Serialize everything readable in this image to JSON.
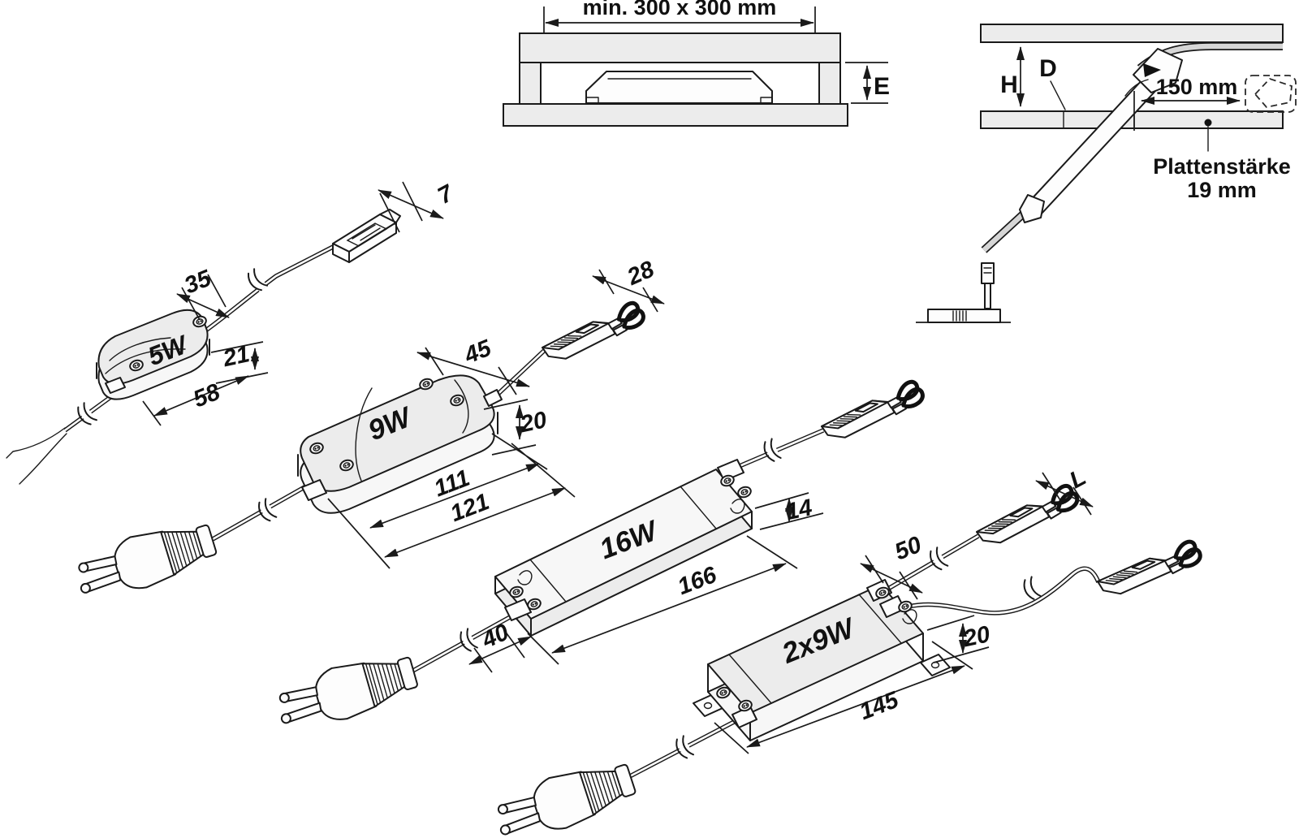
{
  "cross_section": {
    "min_recess": "min. 300 x 300 mm",
    "depth_label": "E"
  },
  "insertion_view": {
    "height_label": "H",
    "cutout_label": "D",
    "distance": "150 mm",
    "board_thickness_line1": "Plattenstärke",
    "board_thickness_line2": "19 mm"
  },
  "driver_5w": {
    "label": "5W",
    "connector_width": "7",
    "body_width": "35",
    "height": "21",
    "length": "58"
  },
  "driver_9w": {
    "label": "9W",
    "body_width": "45",
    "connector_length": "28",
    "height": "20",
    "body_length": "111",
    "total_length": "121"
  },
  "driver_16w": {
    "label": "16W",
    "height": "14",
    "length": "166",
    "body_width": "40"
  },
  "driver_2x9w": {
    "label": "2x9W",
    "cable_spacing": "50",
    "connector_length": "L",
    "height": "20",
    "length": "145"
  },
  "colors": {
    "line": "#1a1a1a",
    "panel_fill": "#ececec",
    "cable_gray": "#d6d6d6"
  }
}
